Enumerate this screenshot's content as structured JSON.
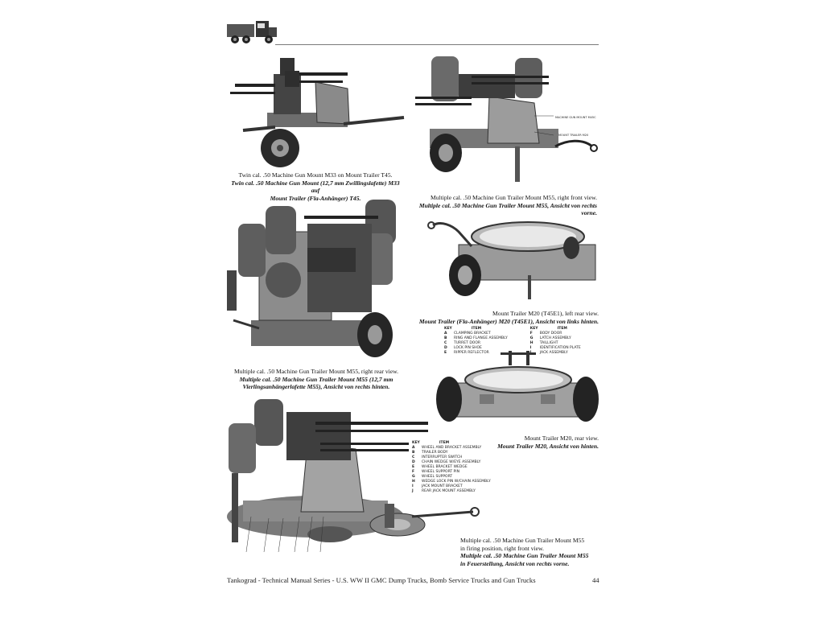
{
  "header": {
    "logo_icon": "gmc-truck-logo-icon"
  },
  "captions": {
    "m33": {
      "en": "Twin cal. .50 Machine Gun Mount M33 on Mount Trailer T45.",
      "de1": "Twin cal. .50 Machine Gun Mount (12,7 mm Zwillingslafette) M33 auf",
      "de2": "Mount Trailer (Fla-Anhänger) T45."
    },
    "m55_front": {
      "en": "Multiple cal. .50 Machine Gun Trailer Mount M55, right front view.",
      "de": "Multiple cal. .50 Machine Gun Trailer Mount M55, Ansicht von rechts vorne."
    },
    "m55_rear": {
      "en": "Multiple cal. .50 Machine Gun Trailer Mount M55, right rear view.",
      "de1": "Multiple cal. .50 Machine Gun Trailer Mount M55 (12,7 mm",
      "de2": "Vierlingsanhängerlafette M55), Ansicht von rechts hinten."
    },
    "m20_left": {
      "en": "Mount Trailer M20 (T45E1), left rear view.",
      "de": "Mount Trailer (Fla-Anhänger) M20 (T45E1), Ansicht von links hinten."
    },
    "m20_rear": {
      "en": "Mount Trailer M20, rear view.",
      "de": "Mount Trailer M20, Ansicht von hinten."
    },
    "m55_firing": {
      "en1": "Multiple cal. .50 Machine Gun Trailer Mount M55",
      "en2": "in firing position, right front view.",
      "de1": "Multiple cal. .50 Machine Gun Trailer Mount M55",
      "de2": "in Feuerstellung, Ansicht von rechts vorne."
    }
  },
  "callouts": {
    "machine_gun_mount": "MACHINE GUN MOUNT M45C",
    "mount_trailer": "MOUNT TRAILER M20"
  },
  "key_table_m20": {
    "col_key": "KEY",
    "col_item": "ITEM",
    "left": [
      {
        "k": "A",
        "item": "CLAMPING BRACKET"
      },
      {
        "k": "B",
        "item": "RING AND FLANGE ASSEMBLY"
      },
      {
        "k": "C",
        "item": "TURRET DOOR"
      },
      {
        "k": "D",
        "item": "LOCK PIN SHOE"
      },
      {
        "k": "E",
        "item": "RIPPER REFLECTOR"
      }
    ],
    "right": [
      {
        "k": "F",
        "item": "BODY DOOR"
      },
      {
        "k": "G",
        "item": "LATCH ASSEMBLY"
      },
      {
        "k": "H",
        "item": "TAILLIGHT"
      },
      {
        "k": "I",
        "item": "IDENTIFICATION PLATE"
      },
      {
        "k": "J",
        "item": "JACK ASSEMBLY"
      }
    ]
  },
  "key_table_m55": {
    "col_key": "KEY",
    "col_item": "ITEM",
    "rows": [
      {
        "k": "A",
        "item": "WHEEL AND BRACKET ASSEMBLY"
      },
      {
        "k": "B",
        "item": "TRAILER BODY"
      },
      {
        "k": "C",
        "item": "INTERRUPTER SWITCH"
      },
      {
        "k": "D",
        "item": "CHAIN WEDGE W/EYE ASSEMBLY"
      },
      {
        "k": "E",
        "item": "WHEEL BRACKET WEDGE"
      },
      {
        "k": "F",
        "item": "WHEEL SUPPORT PIN"
      },
      {
        "k": "G",
        "item": "WHEEL SUPPORT"
      },
      {
        "k": "H",
        "item": "WEDGE LOCK PIN W/CHAIN ASSEMBLY"
      },
      {
        "k": "I",
        "item": "JACK MOUNT BRACKET"
      },
      {
        "k": "J",
        "item": "REAR JACK MOUNT ASSEMBLY"
      }
    ]
  },
  "footer": {
    "text": "Tankograd - Technical Manual Series - U.S. WW II GMC Dump Trucks, Bomb Service Trucks and Gun Trucks",
    "page": "44"
  },
  "colors": {
    "ink": "#111111",
    "steel": "#8f8f8f",
    "dark": "#3a3a3a",
    "rule": "#7a7a7a"
  }
}
